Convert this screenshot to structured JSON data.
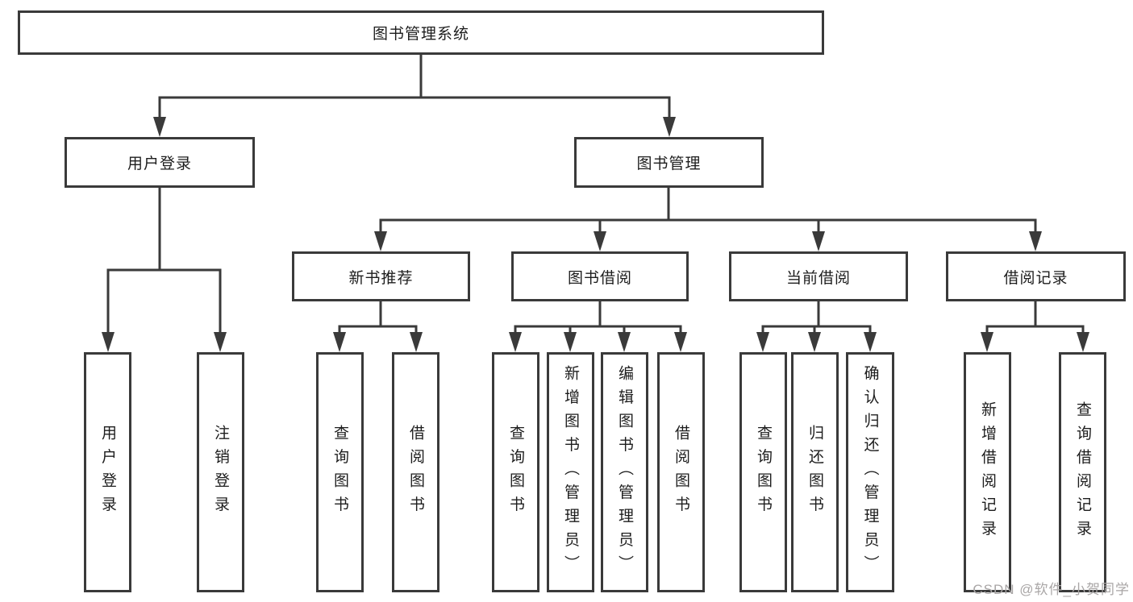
{
  "diagram": {
    "root": "图书管理系统",
    "branches": [
      {
        "label": "用户登录",
        "children": [
          "用户登录",
          "注销登录"
        ]
      },
      {
        "label": "图书管理",
        "groups": [
          {
            "label": "新书推荐",
            "children": [
              "查询图书",
              "借阅图书"
            ]
          },
          {
            "label": "图书借阅",
            "children": [
              "查询图书",
              "新增图书（管理员）",
              "编辑图书（管理员）",
              "借阅图书"
            ]
          },
          {
            "label": "当前借阅",
            "children": [
              "查询图书",
              "归还图书",
              "确认归还（管理员）"
            ]
          },
          {
            "label": "借阅记录",
            "children": [
              "新增借阅记录",
              "查询借阅记录"
            ]
          }
        ]
      }
    ]
  },
  "colors": {
    "line": "#3a3a3a",
    "text": "#1d1d1d",
    "watermark": "#a9a6a6"
  },
  "watermark": "CSDN @软件_小贺同学"
}
